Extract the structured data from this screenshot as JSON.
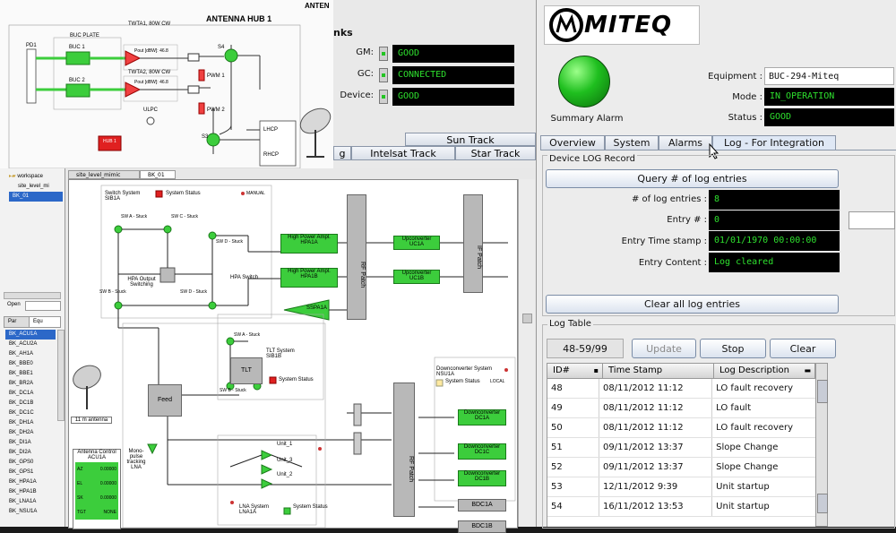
{
  "hub": {
    "title": "ANTENNA HUB 1",
    "buc_plate": "BUC PLATE",
    "pd1": "PD1",
    "buc1": "BUC 1",
    "buc2": "BUC 2",
    "twta1": "TWTA1, 80W CW",
    "twta2": "TWTA2, 80W CW",
    "pout1": "Pout [dBW]: 46.8",
    "pout2": "Pout [dBW]: 46.8",
    "s4": "S4",
    "s3": "S3",
    "pwm1": "PWM 1",
    "pwm2": "PWM 2",
    "ulpc": "ULPC",
    "hub_label": "HUB 1",
    "lhcp": "LHCP",
    "rhcp": "RHCP",
    "cut_title": "ANTEN"
  },
  "middle": {
    "links_title": "nks",
    "rows": [
      {
        "label": "GM:",
        "value": "GOOD"
      },
      {
        "label": "GC:",
        "value": "CONNECTED"
      },
      {
        "label": "Device:",
        "value": "GOOD"
      }
    ],
    "tabs_top": [
      "Sun Track"
    ],
    "tabs_bottom": [
      "g",
      "Intelsat Track",
      "Star Track"
    ]
  },
  "right": {
    "logo": "MITEQ",
    "summary_alarm": "Summary Alarm",
    "equipment_label": "Equipment :",
    "equipment_value": "BUC-294-Miteq",
    "mode_label": "Mode :",
    "mode_value": "IN_OPERATION",
    "status_label": "Status :",
    "status_value": "GOOD",
    "tabs": [
      "Overview",
      "System",
      "Alarms",
      "Log - For Integration"
    ],
    "device_log_title": "Device LOG Record",
    "query_button": "Query # of log entries",
    "log_entries_label": "# of log entries :",
    "log_entries_value": "8",
    "entry_no_label": "Entry # :",
    "entry_no_value": "0",
    "entry_time_label": "Entry Time stamp :",
    "entry_time_value": "01/01/1970 00:00:00",
    "entry_content_label": "Entry Content :",
    "entry_content_value": "Log cleared",
    "clear_button": "Clear all log entries",
    "log_table_title": "Log Table",
    "range": "48-59/99",
    "update_button": "Update",
    "stop_button": "Stop",
    "clear_table_button": "Clear",
    "columns": [
      "ID#",
      "Time Stamp",
      "Log Description"
    ],
    "rows": [
      [
        "48",
        "08/11/2012 11:12",
        "LO fault recovery"
      ],
      [
        "49",
        "08/11/2012 11:12",
        "LO fault"
      ],
      [
        "50",
        "08/11/2012 11:12",
        "LO fault recovery"
      ],
      [
        "51",
        "09/11/2012 13:37",
        "Slope Change"
      ],
      [
        "52",
        "09/11/2012 13:37",
        "Slope Change"
      ],
      [
        "53",
        "12/11/2012 9:39",
        "Unit startup"
      ],
      [
        "54",
        "16/11/2012 13:53",
        "Unit startup"
      ]
    ]
  },
  "bottom_left": {
    "workspace": "workspace",
    "tree_items": [
      "site_level_mi",
      "BK_01"
    ],
    "tab1": "site_level_mimic",
    "tab2": "BK_01",
    "open_label": "Open",
    "panel_tabs": [
      "Par",
      "Equ"
    ],
    "equipment_list": [
      "BK_ACU1A",
      "BK_ACU2A",
      "BK_AH1A",
      "BK_BBE0",
      "BK_BBE1",
      "BK_BR2A",
      "BK_DC1A",
      "BK_DC1B",
      "BK_DC1C",
      "BK_DH1A",
      "BK_DH2A",
      "BK_DI1A",
      "BK_DI2A",
      "BK_GPS0",
      "BK_GPS1",
      "BK_HPA1A",
      "BK_HPA1B",
      "BK_LNA1A",
      "BK_NSU1A"
    ],
    "switch_system": "Switch System SIB1A",
    "system_status": "System Status",
    "manual": "MANUAL",
    "hpa_output": "HPA Output Switching",
    "hpa_switch": "HPA Switch",
    "hpa1a": "High Power Ampl. HPA1A",
    "hpa1b": "High Power Ampl. HPA1B",
    "ssp": "SSPA1A",
    "rf_patch": "RF Patch",
    "if_patch": "IF Patch",
    "uc1a": "Upconverter UC1A",
    "uc1b": "Upconverter UC1B",
    "tlt_system": "TLT System SIB1B",
    "tlt": "TLT",
    "feed": "Feed",
    "antenna": "11 m antenna",
    "mono": "Mono-pulse tracking LNA",
    "acu": "Antenna Control ACU1A",
    "acu_rows": [
      [
        "AZ",
        "0.00000"
      ],
      [
        "EL",
        "0.00000"
      ],
      [
        "SK",
        "0.00000"
      ],
      [
        "TGT",
        "NONE"
      ]
    ],
    "lna_system": "LNA System LNA1A",
    "units": [
      "Unit_1",
      "Unit_3",
      "Unit_2"
    ],
    "downconv_system": "Downconverter System NSU1A",
    "dc1a": "Downconverter DC1A",
    "dc1c": "Downconverter DC1C",
    "dc1b": "Downconverter DC1B",
    "bdc1a": "BDC1A",
    "bdc1b": "BDC1B",
    "local": "LOCAL",
    "sw_labels": [
      "SW A - Stuck",
      "SW C - Stuck",
      "SW D - Stuck",
      "SW B - Stuck",
      "SW D - Stuck",
      "SW A - Stuck",
      "SW B - Stuck"
    ]
  },
  "colors": {
    "led_green": "#22c522",
    "value_green": "#2ee02e",
    "box_green": "#3ccd3c",
    "alarm_red": "#e02020"
  }
}
